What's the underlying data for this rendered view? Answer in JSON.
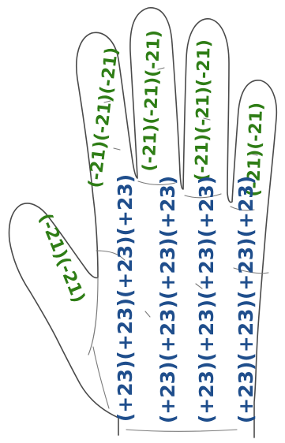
{
  "palette": {
    "negative_color": "#2e7d15",
    "positive_color": "#1f4e8c",
    "outline_color": "#4a4a4a"
  },
  "fingers": {
    "thumb": "(-21)(-21)",
    "index": "(-21)(-21)(-21)",
    "middle": "(-21)(-21)(-21)",
    "ring": "(-21)(-21)(-21)",
    "pinky": "(-21)(-21)"
  },
  "palm_columns": [
    "(+23)(+23)(+23)(+23)",
    "(+23)(+23)(+23)(+23)",
    "(+23)(+23)(+23)(+23)",
    "(+23)(+23)(+23)(+23)"
  ]
}
